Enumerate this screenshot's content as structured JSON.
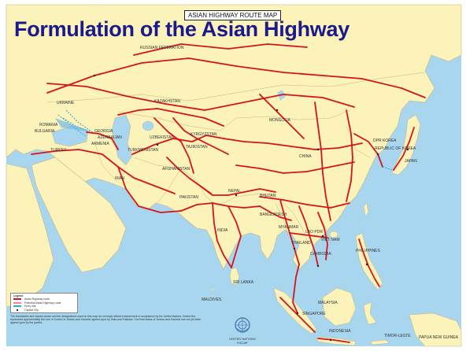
{
  "slide": {
    "title": "Formulation of the Asian Highway"
  },
  "map": {
    "title": "ASIAN HIGHWAY ROUTE MAP",
    "colors": {
      "sea": "#a8d6ee",
      "land": "#fbf3b9",
      "border": "#c7b386",
      "route": "#d4141c",
      "ferry": "#3fa1de",
      "title": "#1a1a8c"
    },
    "labels": [
      {
        "name": "label-russian-federation",
        "text": "RUSSIAN FEDERATION"
      },
      {
        "name": "label-ukraine",
        "text": "UKRAINE"
      },
      {
        "name": "label-romania",
        "text": "ROMANIA"
      },
      {
        "name": "label-bulgaria",
        "text": "BULGARIA"
      },
      {
        "name": "label-turkey",
        "text": "TURKEY"
      },
      {
        "name": "label-georgia",
        "text": "GEORGIA"
      },
      {
        "name": "label-armenia",
        "text": "ARMENIA"
      },
      {
        "name": "label-azerbaijan",
        "text": "AZERBAIJAN"
      },
      {
        "name": "label-kazakhstan",
        "text": "KAZAKHSTAN"
      },
      {
        "name": "label-uzbekistan",
        "text": "UZBEKISTAN"
      },
      {
        "name": "label-turkmenistan",
        "text": "TURKMENISTAN"
      },
      {
        "name": "label-kyrgyzstan",
        "text": "KYRGYZSTAN"
      },
      {
        "name": "label-tajikistan",
        "text": "TAJIKISTAN"
      },
      {
        "name": "label-iran",
        "text": "IRAN"
      },
      {
        "name": "label-afghanistan",
        "text": "AFGHANISTAN"
      },
      {
        "name": "label-pakistan",
        "text": "PAKISTAN"
      },
      {
        "name": "label-mongolia",
        "text": "MONGOLIA"
      },
      {
        "name": "label-china",
        "text": "CHINA"
      },
      {
        "name": "label-nepal",
        "text": "NEPAL"
      },
      {
        "name": "label-bhutan",
        "text": "BHUTAN"
      },
      {
        "name": "label-bangladesh",
        "text": "BANGLADESH"
      },
      {
        "name": "label-india",
        "text": "INDIA"
      },
      {
        "name": "label-myanmar",
        "text": "MYANMAR"
      },
      {
        "name": "label-lao-pdr",
        "text": "LAO PDR"
      },
      {
        "name": "label-thailand",
        "text": "THAILAND"
      },
      {
        "name": "label-cambodia",
        "text": "CAMBODIA"
      },
      {
        "name": "label-viet-nam",
        "text": "VIET NAM"
      },
      {
        "name": "label-philippines",
        "text": "PHILIPPINES"
      },
      {
        "name": "label-malaysia",
        "text": "MALAYSIA"
      },
      {
        "name": "label-singapore",
        "text": "SINGAPORE"
      },
      {
        "name": "label-indonesia",
        "text": "INDONESIA"
      },
      {
        "name": "label-sri-lanka",
        "text": "SRI LANKA"
      },
      {
        "name": "label-maldives",
        "text": "MALDIVES"
      },
      {
        "name": "label-dpr-korea",
        "text": "DPR KOREA"
      },
      {
        "name": "label-republic-of-korea",
        "text": "REPUBLIC OF KOREA"
      },
      {
        "name": "label-japan",
        "text": "JAPAN"
      },
      {
        "name": "label-timor-leste",
        "text": "TIMOR-LESTE"
      },
      {
        "name": "label-papua-new-guinea",
        "text": "PAPUA NEW GUINEA"
      }
    ],
    "legend": {
      "heading": "Legend",
      "items": [
        {
          "label": "Asian Highway route",
          "color": "#d4141c"
        },
        {
          "label": "Potential Asian Highway route",
          "color": "#e88a8a"
        },
        {
          "label": "Ferry link",
          "color": "#3fa1de"
        },
        {
          "label": "Capital City",
          "color": "#222222"
        }
      ]
    },
    "disclaimer": "The boundaries and names shown and the designations used on this map do not imply official endorsement or acceptance by the United Nations. Dotted line represents approximately the Line of Control in Jammu and Kashmir agreed upon by India and Pakistan. The final status of Jammu and Kashmir has not yet been agreed upon by the parties.",
    "emblem": {
      "icon": "un-emblem-icon",
      "label": "UNITED NATIONS ESCAP"
    }
  }
}
